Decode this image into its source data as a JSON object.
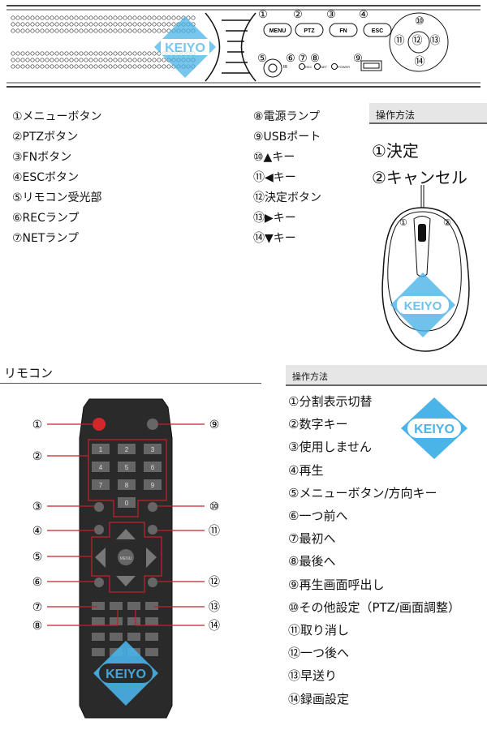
{
  "front_panel": {
    "buttons": [
      "MENU",
      "PTZ",
      "FN",
      "ESC"
    ],
    "leds": [
      "REC",
      "NET",
      "POWER"
    ],
    "ir_label": "IR",
    "callouts": [
      "①",
      "②",
      "③",
      "④",
      "⑤",
      "⑥",
      "⑦",
      "⑧",
      "⑨",
      "⑩",
      "⑪",
      "⑫",
      "⑬",
      "⑭"
    ],
    "logo": "KEIYO"
  },
  "front_legend": [
    "①メニューボタン",
    "②PTZボタン",
    "③FNボタン",
    "④ESCボタン",
    "⑤リモコン受光部",
    "⑥RECランプ",
    "⑦NETランプ",
    "⑧電源ランプ",
    "⑨USBポート",
    "⑩▲キー",
    "⑪◀キー",
    "⑫決定ボタン",
    "⑬▶キー",
    "⑭▼キー"
  ],
  "mouse": {
    "header": "操作方法",
    "items": [
      "①決定",
      "②キャンセル"
    ],
    "button_labels": [
      "①",
      "②"
    ],
    "logo": "KEIYO"
  },
  "remote": {
    "title": "リモコン",
    "header": "操作方法",
    "keys": [
      "1",
      "2",
      "3",
      "4",
      "5",
      "6",
      "7",
      "8",
      "9",
      "0"
    ],
    "menu_key": "MENU",
    "left_callouts": [
      "①",
      "②",
      "③",
      "④",
      "⑤",
      "⑥",
      "⑦",
      "⑧"
    ],
    "right_callouts": [
      "⑨",
      "⑩",
      "⑪",
      "⑫",
      "⑬",
      "⑭"
    ],
    "logo": "KEIYO",
    "items": [
      "①分割表示切替",
      "②数字キー",
      "③使用しません",
      "④再生",
      "⑤メニューボタン/方向キー",
      "⑥一つ前へ",
      "⑦最初へ",
      "⑧最後へ",
      "⑨再生画面呼出し",
      "⑩その他設定（PTZ/画面調整）",
      "⑪取り消し",
      "⑫一つ後へ",
      "⑬早送り",
      "⑭録画設定"
    ]
  },
  "colors": {
    "logo": "#4ab3e8",
    "callout_line": "#c0202a"
  }
}
